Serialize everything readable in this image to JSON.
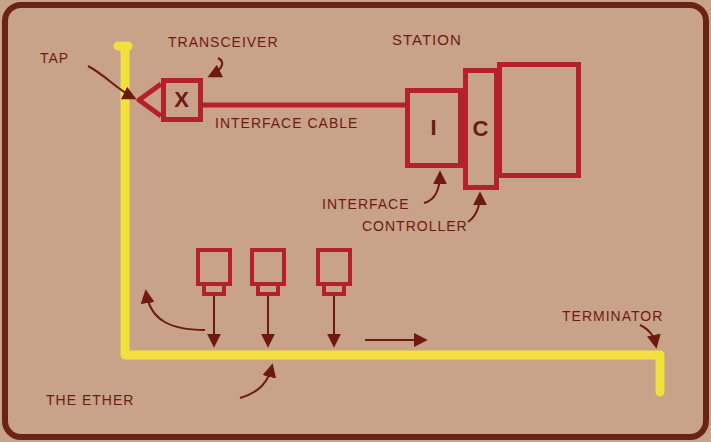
{
  "diagram": {
    "nodes": [
      {
        "text": [
          "X"
        ]
      },
      {
        "text": [
          "I"
        ]
      },
      {
        "text": [
          "C"
        ]
      },
      {
        "text": [
          "STATION"
        ]
      }
    ],
    "edges": [
      {
        "from": 0,
        "to": 1,
        "arrow": "none",
        "label": "INTERFACE CABLE"
      }
    ],
    "labels": [
      "TRANSCEIVER",
      "TAP",
      "INTERFACE",
      "CONTROLLER",
      "TERMINATOR",
      "THE ETHER"
    ]
  }
}
